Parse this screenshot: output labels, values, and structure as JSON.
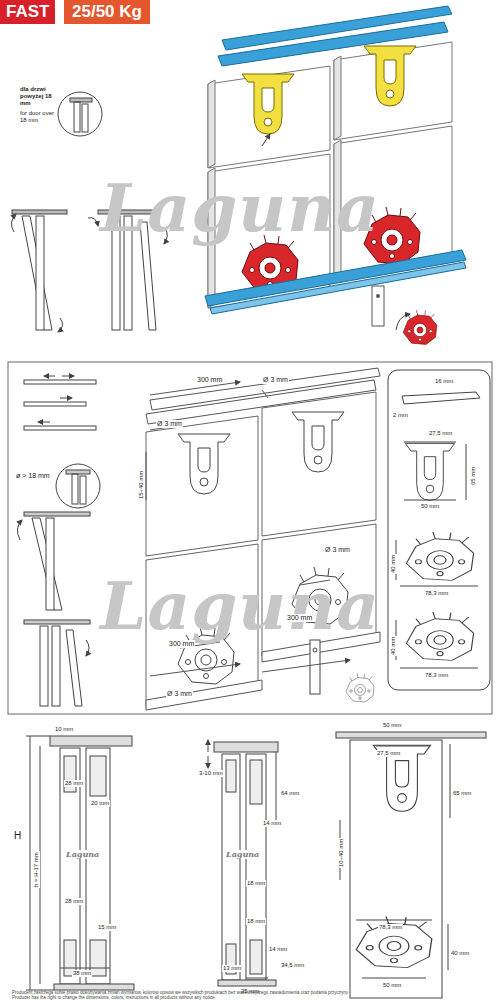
{
  "diagram": {
    "nodes": [
      {
        "text": [
          "FAST"
        ]
      },
      {
        "text": [
          "25/50 Kg"
        ]
      },
      {
        "text": [
          "dla drzwi powyżej 18 mm",
          "for door over 18 mm"
        ]
      },
      {
        "text": [
          "ø > 18 mm"
        ]
      }
    ],
    "labels": [
      "Laguna",
      "Laguna",
      "300 mm",
      "Ø 3 mm",
      "Ø 3 mm",
      "15÷40 mm",
      "Ø 3 mm",
      "300 mm",
      "300 mm",
      "Ø 3 mm",
      "16 mm",
      "2 mm",
      "27,5 mm",
      "65 mm",
      "50 mm",
      "40 mm",
      "78,3 mm",
      "40 mm",
      "78,3 mm",
      "10 mm",
      "H",
      "h = H-17 mm",
      "28 mm",
      "20 mm",
      "28 mm",
      "15 mm",
      "38 mm",
      "3-10 mm",
      "64 mm",
      "14 mm",
      "18 mm",
      "18 mm",
      "14 mm",
      "13 mm",
      "34,5 mm",
      "25 mm",
      "50 mm",
      "27,5 mm",
      "65 mm",
      "10÷40 mm",
      "78,3 mm",
      "40 mm",
      "50 mm",
      "Laguna",
      "Laguna",
      "Producent zastrzega sobie prawo dokonywania zmian wymiarów, kolorów opisów we wszystkich produktach bez wcześniejszego zawiadomienia oraz podania przyczyny",
      "Producer has the right to change the dimensions, colors, instructions in all products without any notice."
    ]
  }
}
